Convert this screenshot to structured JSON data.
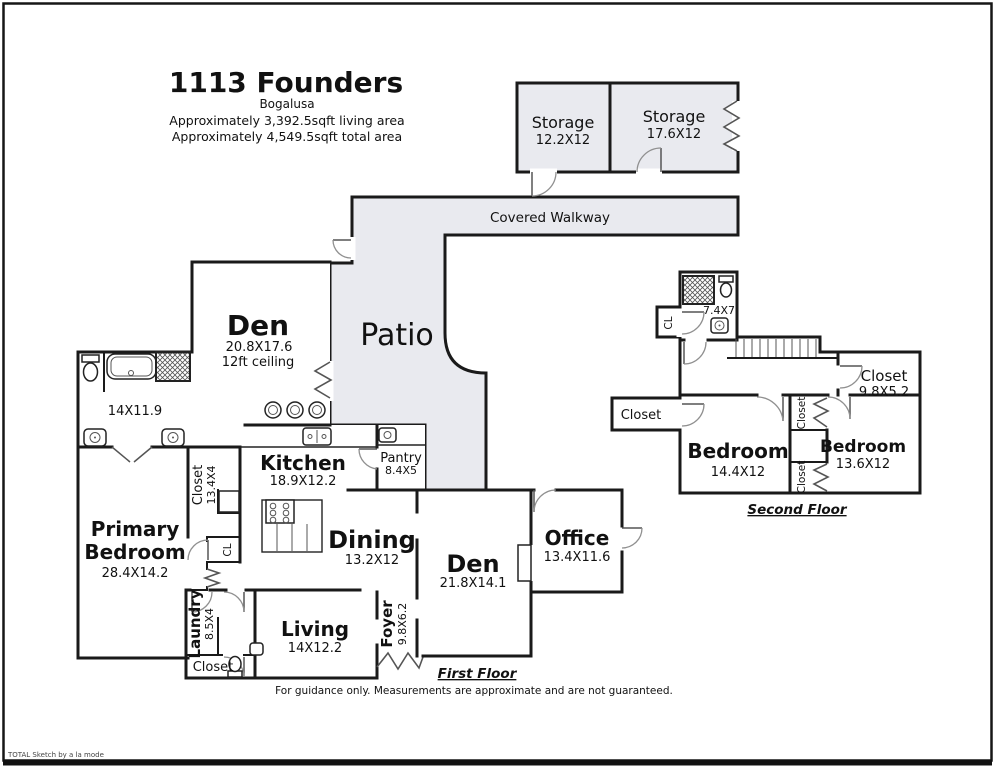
{
  "header": {
    "title": "1113 Founders",
    "subtitle": "Bogalusa",
    "living_area": "Approximately 3,392.5sqft living area",
    "total_area": "Approximately 4,549.5sqft total area"
  },
  "footer": {
    "disclaimer": "For guidance only. Measurements are approximate and are not guaranteed.",
    "credit": "TOTAL Sketch by a la mode"
  },
  "outdoor": {
    "covered_walkway": "Covered Walkway",
    "patio": "Patio"
  },
  "storage": {
    "left": {
      "name": "Storage",
      "dims": "12.2X12"
    },
    "right": {
      "name": "Storage",
      "dims": "17.6X12"
    }
  },
  "first_floor": {
    "floor_label": "First Floor",
    "den_main": {
      "name": "Den",
      "dims": "20.8X17.6",
      "ceiling": "12ft ceiling"
    },
    "bath": {
      "dims": "14X11.9"
    },
    "kitchen": {
      "name": "Kitchen",
      "dims": "18.9X12.2"
    },
    "pantry": {
      "name": "Pantry",
      "dims": "8.4X5"
    },
    "dining": {
      "name": "Dining",
      "dims": "13.2X12"
    },
    "den2": {
      "name": "Den",
      "dims": "21.8X14.1"
    },
    "office": {
      "name": "Office",
      "dims": "13.4X11.6"
    },
    "primary_bedroom": {
      "line1": "Primary",
      "line2": "Bedroom",
      "dims": "28.4X14.2"
    },
    "closet_strip": {
      "name": "Closet",
      "dims": "13.4X4"
    },
    "cl_closet": "CL",
    "laundry": {
      "name": "Laundry",
      "dims": "8.5X4"
    },
    "closet_small": "Closet",
    "living": {
      "name": "Living",
      "dims": "14X12.2"
    },
    "foyer": {
      "name": "Foyer",
      "dims": "9.8X6.2"
    }
  },
  "second_floor": {
    "floor_label": "Second Floor",
    "bath": {
      "dims": "7.4X7"
    },
    "cl_closet": "CL",
    "closet_left": "Closet",
    "closet_top_right": {
      "name": "Closet",
      "dims": "9.8X5.2"
    },
    "bedroom_left": {
      "name": "Bedroom",
      "dims": "14.4X12"
    },
    "bedroom_right": {
      "name": "Bedroom",
      "dims": "13.6X12"
    },
    "closet_mid_top": "Closet",
    "closet_mid_bottom": "Closet"
  },
  "colors": {
    "wall": "#1a1a1a",
    "outdoor_fill": "#e9eaef",
    "door_arc": "#909090",
    "frame": "#161616",
    "text": "#111111"
  }
}
